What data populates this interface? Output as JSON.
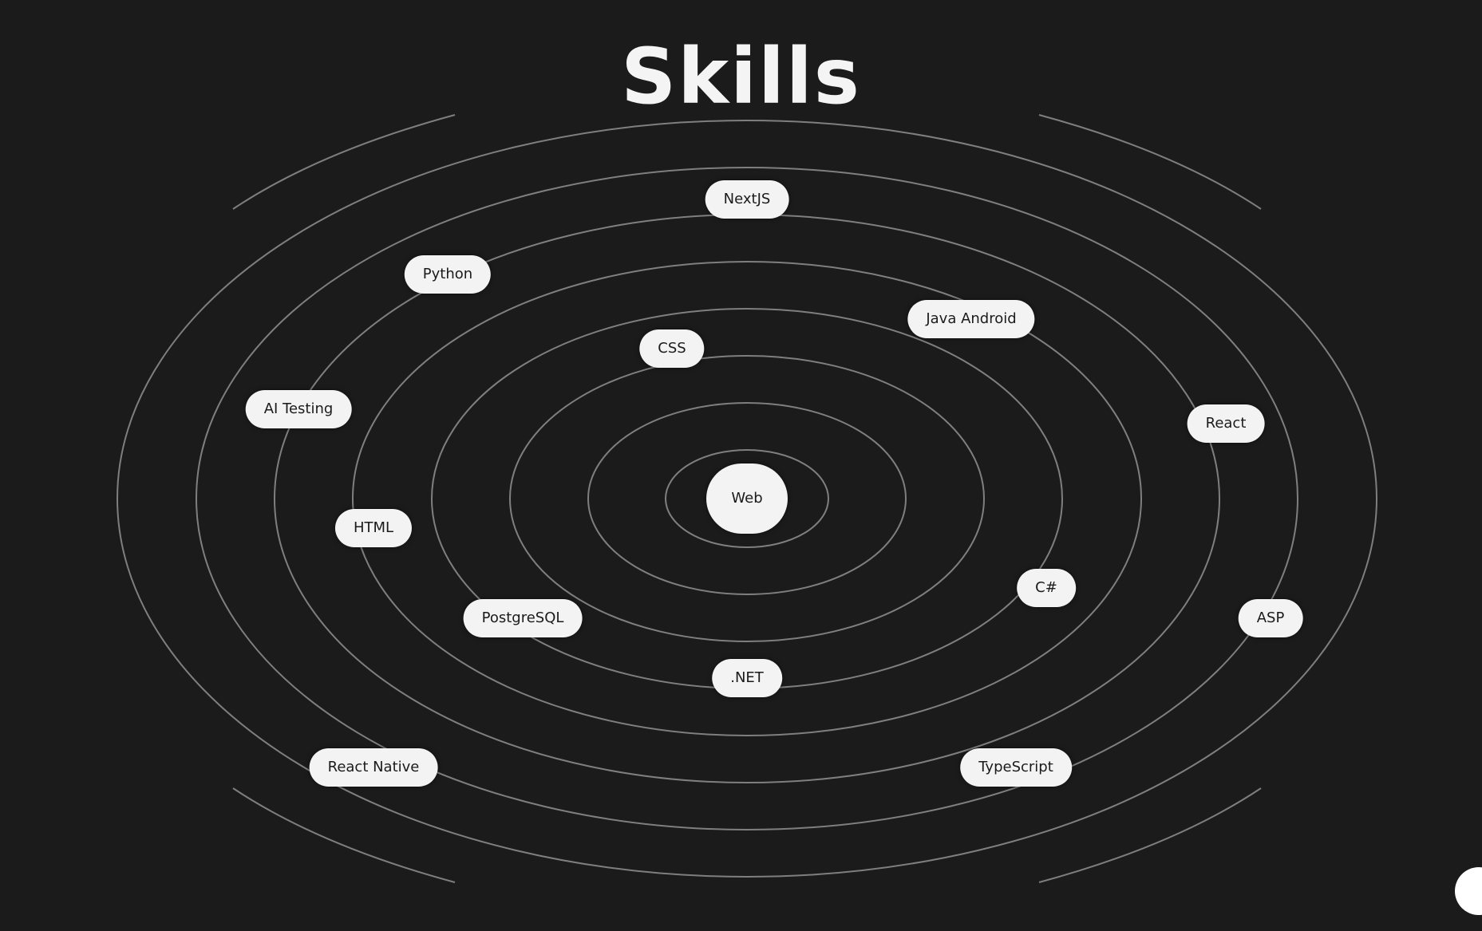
{
  "title": "Skills",
  "center_label": "Web",
  "skills": {
    "nextjs": "NextJS",
    "python": "Python",
    "java_android": "Java Android",
    "css": "CSS",
    "ai_testing": "AI Testing",
    "react": "React",
    "html": "HTML",
    "csharp": "C#",
    "asp": "ASP",
    "postgresql": "PostgreSQL",
    "dotnet": ".NET",
    "react_native": "React Native",
    "typescript": "TypeScript"
  },
  "colors": {
    "background": "#1b1b1b",
    "orbit": "#8a8a8a",
    "pill": "#f3f3f3",
    "text_dark": "#1b1b1b",
    "title": "#f4f4f4"
  }
}
